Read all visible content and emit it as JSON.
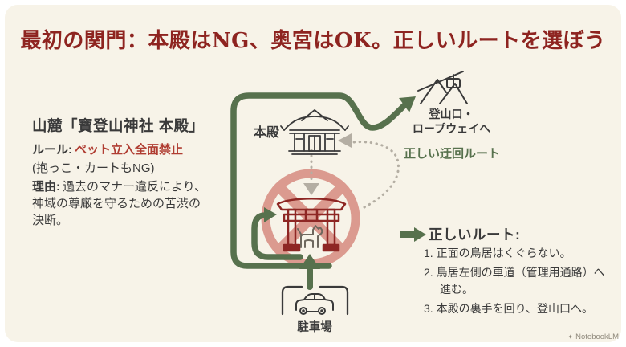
{
  "title": "最初の関門：本殿はNG、奥宮はOK。正しいルートを選ぼう",
  "info_panel": {
    "heading": "山麓「寶登山神社 本殿」",
    "rule_label": "ルール:",
    "rule_value": "ペット立入全面禁止",
    "rule_note": "(抱っこ・カートもNG)",
    "reason_label": "理由:",
    "reason_text": "過去のマナー違反により、神域の尊厳を守るための苦渋の決断。"
  },
  "diagram": {
    "honden_label": "本殿",
    "parking_label": "駐車場",
    "trailhead_label_line1": "登山口・",
    "trailhead_label_line2": "ロープウェイへ",
    "detour_label": "正しい迂回ルート",
    "icon_names": [
      "main-shrine-icon",
      "torii-icon",
      "no-entry-icon",
      "dog-icon",
      "car-icon",
      "mountain-ropeway-icon"
    ]
  },
  "route_list": {
    "heading": "正しいルート:",
    "items": [
      "1. 正面の鳥居はくぐらない。",
      "2. 鳥居左側の車道（管理用通路）へ進む。",
      "3. 本殿の裏手を回り、登山口へ。"
    ]
  },
  "watermark": "NotebookLM",
  "colors": {
    "background_cream": "#f7f3e8",
    "title_red": "#8e2420",
    "accent_green": "#57714d",
    "prohibition_pink": "#db9a8f",
    "torii_red": "#8e2724",
    "rule_text_red": "#b03d32",
    "text_dark": "#3a3a3a",
    "dotted_gray": "#b4aea3"
  }
}
